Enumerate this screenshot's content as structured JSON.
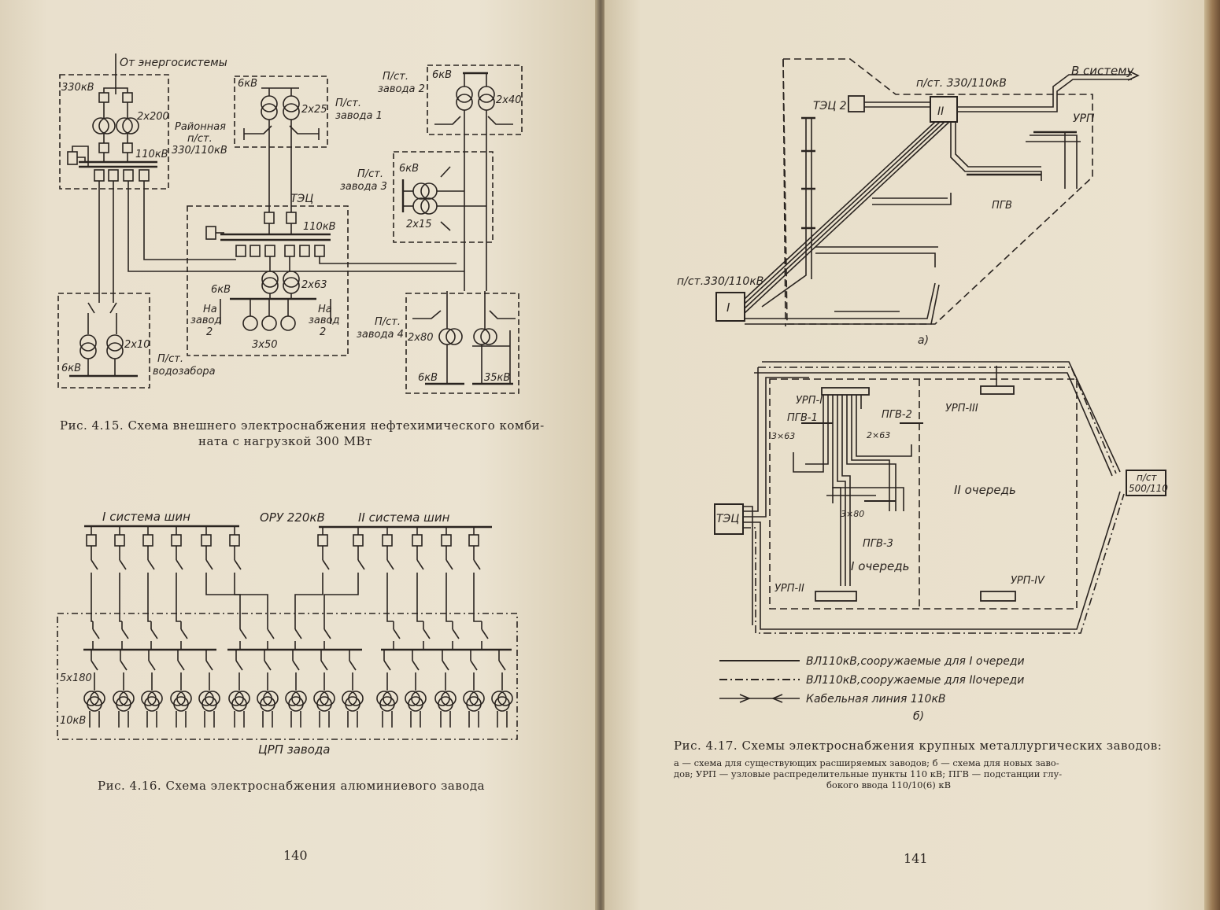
{
  "left_page": {
    "figure_415": {
      "labels": {
        "source": "От энергосистемы",
        "v330": "330кВ",
        "tr_2x200": "2x200",
        "regional_1": "Районная",
        "regional_2": "п/ст.",
        "regional_3": "330/110кВ",
        "v110_a": "110кВ",
        "p1_6kv": "6кВ",
        "p1_2x25": "2x25",
        "p1_name_1": "П/ст.",
        "p1_name_2": "завода 1",
        "p2_name_1": "П/ст.",
        "p2_name_2": "завода 2",
        "p2_6kv": "6кВ",
        "p2_2x40": "2x40",
        "p3_name_1": "П/ст.",
        "p3_name_2": "завода 3",
        "p3_6kv": "6кВ",
        "p3_2x15": "2x15",
        "tec": "ТЭЦ",
        "tec_110": "110кВ",
        "tec_6kv": "6кВ",
        "tec_2x63": "2x63",
        "na_zavod_l1": "На",
        "na_zavod_l2": "завод",
        "na_zavod_l3": "2",
        "na_zavod_r1": "На",
        "na_zavod_r2": "завод",
        "na_zavod_r3": "2",
        "gen_3x50": "3x50",
        "p4_name_1": "П/ст.",
        "p4_name_2": "завода 4",
        "p4_2x80": "2x80",
        "p4_6kv": "6кВ",
        "p4_35kv": "35кВ",
        "vz_2x10": "2x10",
        "vz_6kv": "6кВ",
        "vz_name_1": "П/ст.",
        "vz_name_2": "водозабора"
      },
      "caption_1": "Рис. 4.15. Схема внешнего электроснабжения нефтехимического комби-",
      "caption_2": "ната с нагрузкой 300 МВт"
    },
    "figure_416": {
      "labels": {
        "bus1": "I система шин",
        "oru": "ОРУ 220кВ",
        "bus2": "II система шин",
        "tr_5x180": "5x180",
        "v10": "10кВ",
        "crp": "ЦРП завода"
      },
      "caption": "Рис. 4.16. Схема электроснабжения алюминиевого завода"
    },
    "page_number": "140"
  },
  "right_page": {
    "figure_417": {
      "labels_a": {
        "to_system": "В систему",
        "sub_ii": "п/ст. 330/110кВ",
        "tec2": "ТЭЦ 2",
        "urp": "УРП",
        "pgv": "ПГВ",
        "sub_i": "п/ст.330/110кВ",
        "roman_ii": "II",
        "roman_i": "I",
        "letter_a": "а)"
      },
      "labels_b": {
        "urp1": "УРП-I",
        "urp3": "УРП-III",
        "pgv1": "ПГВ-1",
        "pgv2": "ПГВ-2",
        "t3x63": "3×63",
        "t2x63": "2×63",
        "t3x80": "3×80",
        "pgv3": "ПГВ-3",
        "queue2": "II очередь",
        "queue1": "I очередь",
        "tec": "ТЭЦ",
        "sub500_1": "п/ст",
        "sub500_2": "500/110",
        "urp2": "УРП-II",
        "urp4": "УРП-IV",
        "letter_b": "б)"
      },
      "legend": [
        "ВЛ110кВ,сооружаемые для I очереди",
        "ВЛ110кВ,сооружаемые для IIочереди",
        "Кабельная линия 110кВ"
      ],
      "caption": "Рис. 4.17. Схемы электроснабжения крупных металлургических заводов:",
      "note_1": "а — схема для существующих расширяемых заводов; б — схема для новых заво-",
      "note_2": "дов; УРП — узловые распределительные пункты 110 кВ; ПГВ — подстанции глу-",
      "note_3": "бокого ввода 110/10(6) кВ"
    },
    "page_number": "141"
  },
  "colors": {
    "paper": "#e9e0cd",
    "ink": "#2a2420"
  }
}
